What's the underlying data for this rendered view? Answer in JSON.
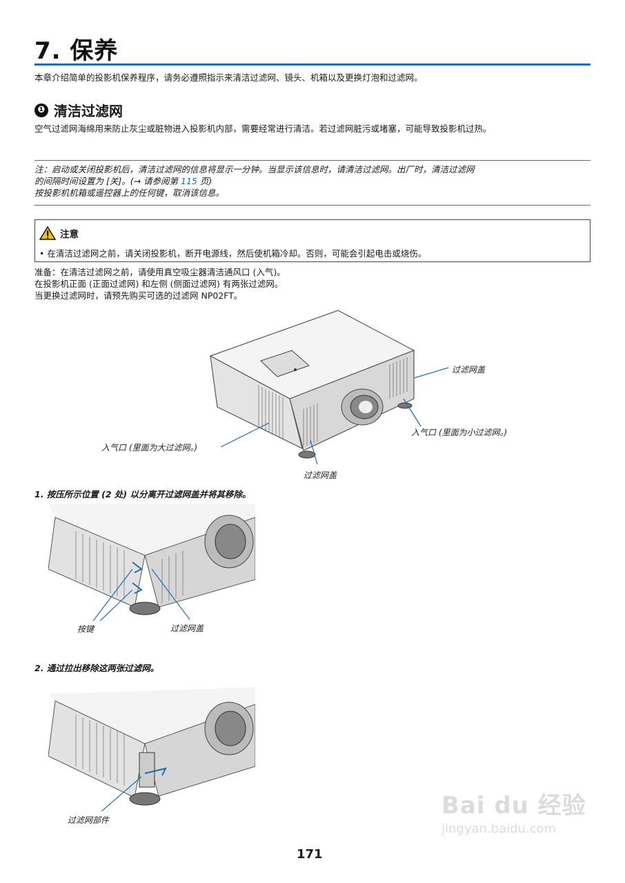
{
  "chapter": {
    "title": "7. 保养"
  },
  "intro": "本章介绍简单的投影机保养程序，请务必遵照指示来清洁过滤网、镜头、机箱以及更换灯泡和过滤网。",
  "section": {
    "number": "❶",
    "title": "清洁过滤网",
    "body": "空气过滤网海绵用来防止灰尘或脏物进入投影机内部，需要经常进行清洁。若过滤网脏污或堵塞，可能导致投影机过热。"
  },
  "note": {
    "line1": "注：启动或关闭投影机后，清洁过滤网的信息将显示一分钟。当显示该信息时，请清洁过滤网。出厂时，清洁过滤网",
    "line2_pre": "的间隔时间设置为 [关]。(→ 请参阅第 ",
    "line2_link": "115",
    "line2_post": " 页)",
    "line3": "按投影机机箱或遥控器上的任何键，取消该信息。"
  },
  "caution": {
    "title": "注意",
    "body": "• 在清洁过滤网之前，请关闭投影机，断开电源线，然后使机箱冷却。否则，可能会引起电击或烧伤。"
  },
  "prep": {
    "line1": "准备：在清洁过滤网之前，请使用真空吸尘器清洁通风口 (入气)。",
    "line2": "在投影机正面 (正面过滤网) 和左侧 (侧面过滤网) 有两张过滤网。",
    "line3": "当更换过滤网时，请预先购买可选的过滤网 NP02FT。"
  },
  "figure1": {
    "label_filter_cover_right": "过滤网盖",
    "label_intake_small": "入气口 (里面为小过滤网。)",
    "label_intake_large": "入气口 (里面为大过滤网。)",
    "label_filter_cover_bottom": "过滤网盖"
  },
  "step1": {
    "text": "1.  按压所示位置 (2 处) 以分离开过滤网盖并将其移除。",
    "label_button": "按键",
    "label_cover": "过滤网盖"
  },
  "step2": {
    "text": "2.  通过拉出移除这两张过滤网。",
    "label_unit": "过滤网部件"
  },
  "page_number": "171",
  "watermark": {
    "line1": "Bai du 经验",
    "line2": "jingyan.baidu.com"
  },
  "colors": {
    "accent": "#1f6cb4",
    "caution_yellow": "#f5c400"
  }
}
